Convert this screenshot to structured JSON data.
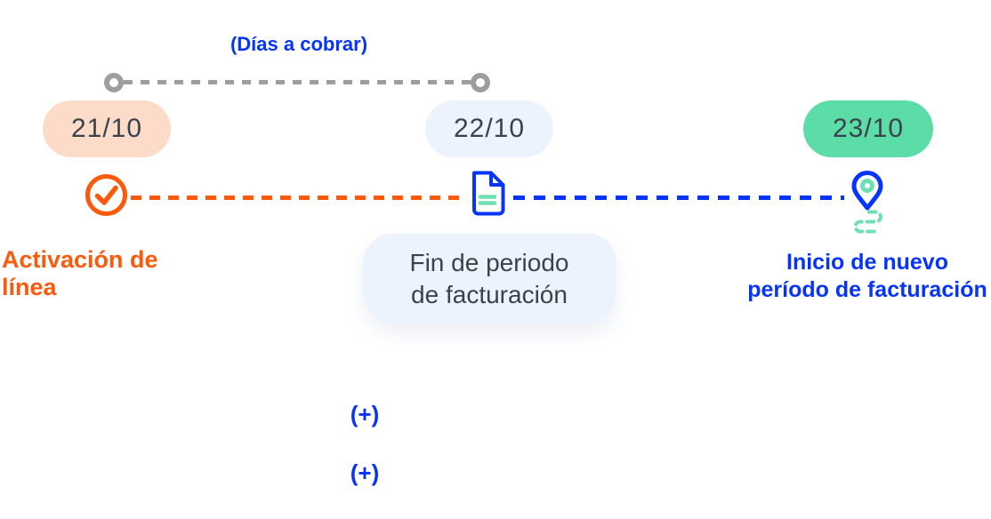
{
  "header": {
    "days_to_charge": "(Días a cobrar)"
  },
  "milestones": [
    {
      "date": "21/10",
      "label": "Activación de línea"
    },
    {
      "date": "22/10",
      "label_line1": "Fin de periodo",
      "label_line2": "de facturación"
    },
    {
      "date": "23/10",
      "label_line1": "Inicio de nuevo",
      "label_line2": "período de facturación"
    }
  ],
  "footnotes": {
    "plus_top": "(+)",
    "plus_bottom": "(+)"
  },
  "colors": {
    "blue": "#0634fb",
    "orange": "#fb5a0d",
    "mint": "#5cdca7",
    "mint-light": "#6fdfb4",
    "peach": "#fcdcc9",
    "lightblue": "#edf3fc",
    "gray": "#9e9e9e",
    "dark": "#3a424b"
  }
}
